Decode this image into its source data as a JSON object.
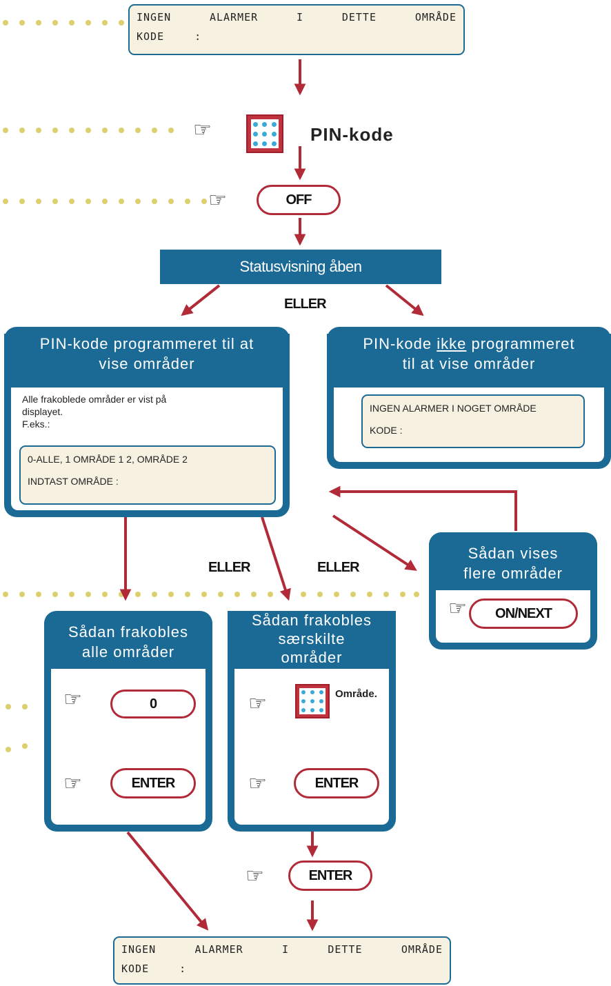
{
  "top_display": {
    "line1": [
      "INGEN",
      "ALARMER",
      "I",
      "DETTE",
      "OMRÅDE"
    ],
    "line2": [
      "KODE",
      ":"
    ]
  },
  "pin_label": "PIN-kode",
  "off_button": "OFF",
  "status_header": "Statusvisning åben",
  "eller": "ELLER",
  "left_panel": {
    "title_line1": "PIN-kode programmeret til at",
    "title_line2": "vise områder",
    "text_line1": "Alle frakoblede områder er vist på",
    "text_line2": "displayet.",
    "text_line3": "F.eks.:",
    "display_line1": "0-ALLE, 1 OMRÅDE 1 2, OMRÅDE 2",
    "display_line2": "INDTAST OMRÅDE :"
  },
  "right_panel": {
    "title_pre": "PIN-kode",
    "title_underlined": "ikke",
    "title_post": "programmeret",
    "title_line2": "til at vise områder",
    "display_line1": "INGEN ALARMER I NOGET OMRÅDE",
    "display_line2": "KODE :"
  },
  "more_panel": {
    "title_line1": "Sådan vises",
    "title_line2": "flere områder",
    "button": "ON/NEXT"
  },
  "all_panel": {
    "title_line1": "Sådan frakobles",
    "title_line2": "alle områder",
    "key_0": "0",
    "enter": "ENTER"
  },
  "sep_panel": {
    "title_line1": "Sådan frakobles",
    "title_line2": "særskilte",
    "title_line3": "områder",
    "keypad_label": "Område.",
    "enter": "ENTER"
  },
  "enter_bottom": "ENTER",
  "bottom_display": {
    "line1": [
      "INGEN",
      "ALARMER",
      "I",
      "DETTE",
      "OMRÅDE"
    ],
    "line2": [
      "KODE",
      ":"
    ]
  },
  "colors": {
    "blue": "#1b6a96",
    "red": "#b02a37",
    "lcd": "#f6f1e0",
    "dots": "#dccf6e",
    "keypad_dot": "#3aa9d8"
  },
  "icons": [
    "pointing-hand-icon",
    "keypad-icon",
    "arrow-icon"
  ]
}
